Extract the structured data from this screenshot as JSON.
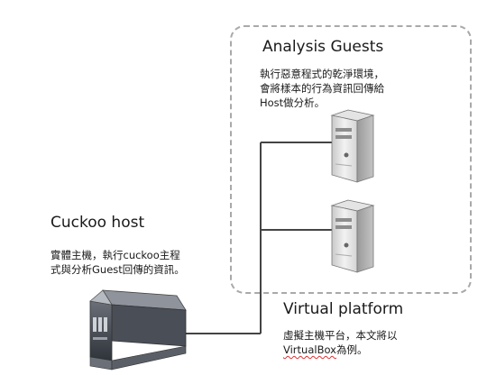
{
  "analysis_guests": {
    "title": "Analysis Guests",
    "desc_line1": "執行惡意程式的乾淨環境，",
    "desc_line2": "會將樣本的行為資訊回傳給",
    "desc_line3": "Host做分析。"
  },
  "cuckoo_host": {
    "title": "Cuckoo host",
    "desc_line1": "實體主機，執行cuckoo主程",
    "desc_line2": "式與分析Guest回傳的資訊。"
  },
  "virtual_platform": {
    "title": "Virtual platform",
    "desc_line1": "虛擬主機平台，本文將以",
    "desc_line2_a": "VirtualBox",
    "desc_line2_b": "為例。"
  },
  "icons": [
    "tower-server-icon",
    "tower-server-icon",
    "rack-server-icon"
  ],
  "colors": {
    "connector": "#444444",
    "dashed_border": "#a9a9a9"
  }
}
